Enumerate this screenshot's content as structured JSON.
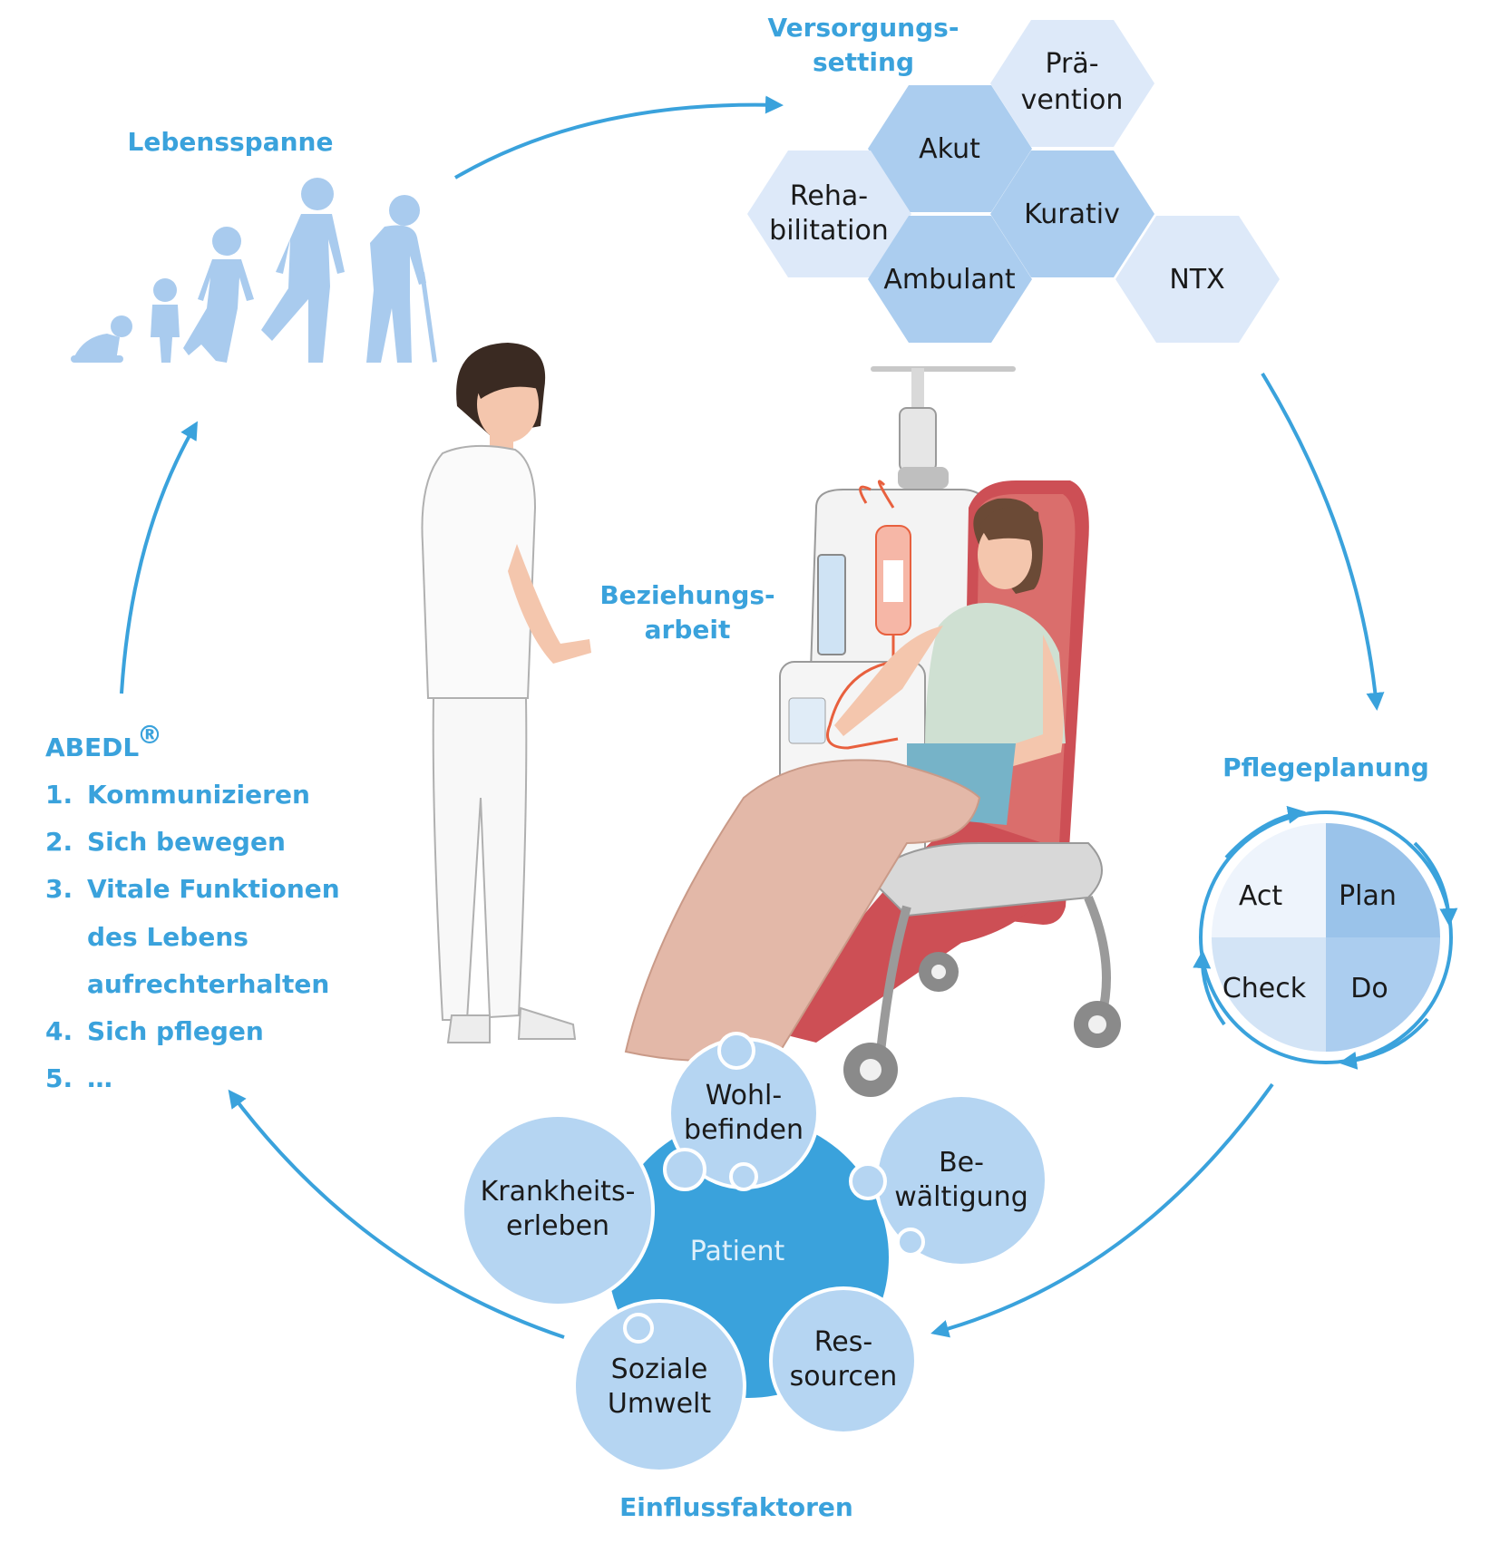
{
  "colors": {
    "accent": "#3aa2dc",
    "hex_dark": "#abcdef",
    "hex_light": "#dde9f9",
    "bubble": "#b5d5f2",
    "patient_core": "#3aa2dc",
    "figures": "#a9cbee"
  },
  "lebensspanne": {
    "title": "Lebensspanne"
  },
  "versorgung": {
    "title_line1": "Versorgungs-",
    "title_line2": "setting",
    "hexagons": {
      "praevention": [
        "Prä-",
        "vention"
      ],
      "akut": [
        "Akut"
      ],
      "rehabilitation": [
        "Reha-",
        "bilitation"
      ],
      "kurativ": [
        "Kurativ"
      ],
      "ambulant": [
        "Ambulant"
      ],
      "ntx": [
        "NTX"
      ]
    }
  },
  "beziehung": {
    "line1": "Beziehungs-",
    "line2": "arbeit"
  },
  "pflegeplanung": {
    "title": "Pflegeplanung",
    "quadrants": {
      "act": "Act",
      "plan": "Plan",
      "check": "Check",
      "do": "Do"
    }
  },
  "abedl": {
    "title": "ABEDL",
    "trademark": "®",
    "items": [
      {
        "num": "1.",
        "text": "Kommunizieren"
      },
      {
        "num": "2.",
        "text": "Sich bewegen"
      },
      {
        "num": "3.",
        "text": "Vitale Funktionen"
      },
      {
        "num": "",
        "text": "des Lebens"
      },
      {
        "num": "",
        "text": "aufrechterhalten"
      },
      {
        "num": "4.",
        "text": "Sich pflegen"
      },
      {
        "num": "5.",
        "text": "…"
      }
    ]
  },
  "einfluss": {
    "title": "Einflussfaktoren",
    "center": "Patient",
    "bubbles": {
      "wohlbefinden": [
        "Wohl-",
        "befinden"
      ],
      "krankheitserleben": [
        "Krankheits-",
        "erleben"
      ],
      "bewaeltigung": [
        "Be-",
        "wältigung"
      ],
      "ressourcen": [
        "Res-",
        "sourcen"
      ],
      "soziale_umwelt": [
        "Soziale",
        "Umwelt"
      ]
    }
  }
}
